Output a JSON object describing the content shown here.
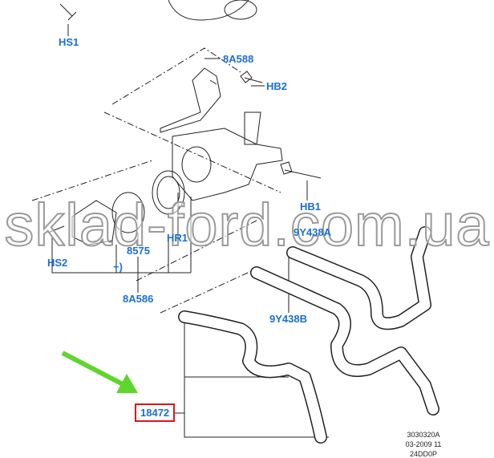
{
  "labels": {
    "hs1": "HS1",
    "a588": "8A588",
    "hb2": "HB2",
    "hb1": "HB1",
    "y438a": "9Y438A",
    "hr1": "HR1",
    "p8575": "8575",
    "hs2": "HS2",
    "plus": "+)",
    "a586": "8A586",
    "y438b": "9Y438B",
    "p18472": "18472"
  },
  "watermark": "sklad-ford.com.ua",
  "footer": {
    "line1": "3030320A",
    "line2": "03-2009 11",
    "line3": "24DD0P"
  },
  "colors": {
    "label": "#1a6fd6",
    "highlight": "#e0151a",
    "arrow": "#5fd62a"
  }
}
